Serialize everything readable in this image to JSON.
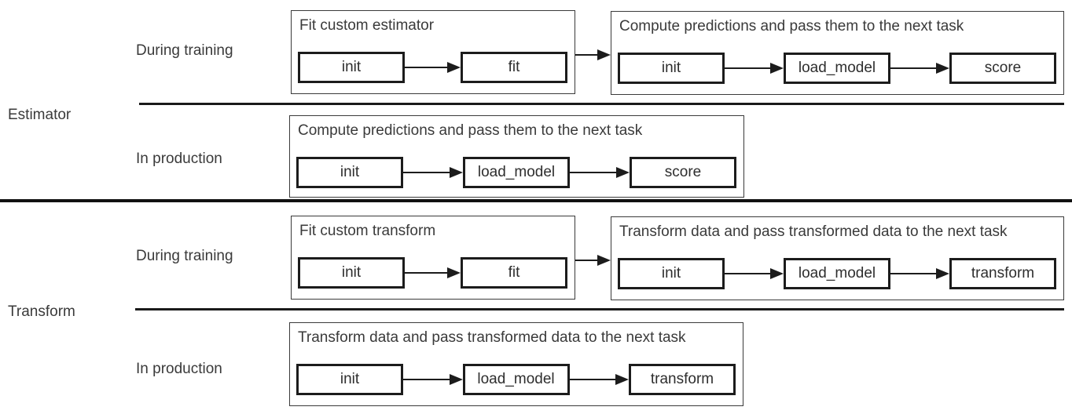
{
  "sections": [
    {
      "label": "Estimator",
      "rows": [
        {
          "phase": "During training",
          "containers": [
            {
              "title": "Fit custom estimator",
              "steps": [
                "init",
                "fit"
              ]
            },
            {
              "title": "Compute predictions and pass them to the next task",
              "steps": [
                "init",
                "load_model",
                "score"
              ]
            }
          ]
        },
        {
          "phase": "In production",
          "containers": [
            {
              "title": "Compute predictions and pass them to the next task",
              "steps": [
                "init",
                "load_model",
                "score"
              ]
            }
          ]
        }
      ]
    },
    {
      "label": "Transform",
      "rows": [
        {
          "phase": "During training",
          "containers": [
            {
              "title": "Fit custom transform",
              "steps": [
                "init",
                "fit"
              ]
            },
            {
              "title": "Transform data and pass transformed data to the next task",
              "steps": [
                "init",
                "load_model",
                "transform"
              ]
            }
          ]
        },
        {
          "phase": "In production",
          "containers": [
            {
              "title": "Transform data and pass transformed data to the next task",
              "steps": [
                "init",
                "load_model",
                "transform"
              ]
            }
          ]
        }
      ]
    }
  ],
  "icons": {
    "connector": "arrow-right-icon"
  },
  "colors": {
    "background": "#ffffff",
    "step_border": "#1c1c1c",
    "outer_border": "#3a3a3a",
    "text": "#3a3a3a",
    "divider": "#111111"
  }
}
